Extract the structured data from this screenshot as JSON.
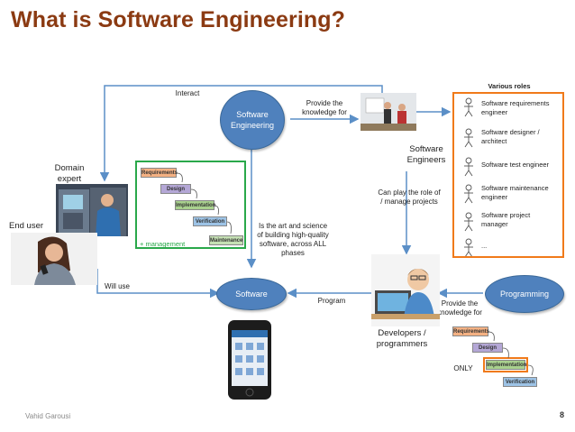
{
  "title": "What is Software Engineering?",
  "labels": {
    "interact": "Interact",
    "provide_knowledge_top": "Provide the\nknowledge for",
    "various_roles": "Various roles",
    "domain_expert": "Domain\nexpert",
    "end_user": "End user",
    "software_engineers": "Software\nEngineers",
    "can_play": "Can play the role of\n/ manage projects",
    "is_art": "Is the art and science\nof building high-quality\nsoftware, across ALL\nphases",
    "management": "+ management",
    "will_use": "Will use",
    "program": "Program",
    "provide_knowledge_bottom": "Provide the\nknowledge for",
    "developers": "Developers /\nprogrammers",
    "only": "ONLY"
  },
  "nodes": {
    "software_engineering": "Software\nEngineering",
    "software": "Software",
    "programming": "Programming"
  },
  "roles": [
    "Software requirements\nengineer",
    "Software designer /\narchitect",
    "Software test engineer",
    "Software maintenance\nengineer",
    "Software project\nmanager",
    "..."
  ],
  "phases": [
    "Requirements",
    "Design",
    "Implementation",
    "Verification",
    "Maintenance"
  ],
  "footer": {
    "author": "Vahid Garousi",
    "page": "8"
  },
  "colors": {
    "title": "#8b3a12",
    "node": "#4f81bd",
    "arrow": "#5b8fc7",
    "roles_border": "#f07a1a",
    "green_box": "#2aa84a"
  }
}
